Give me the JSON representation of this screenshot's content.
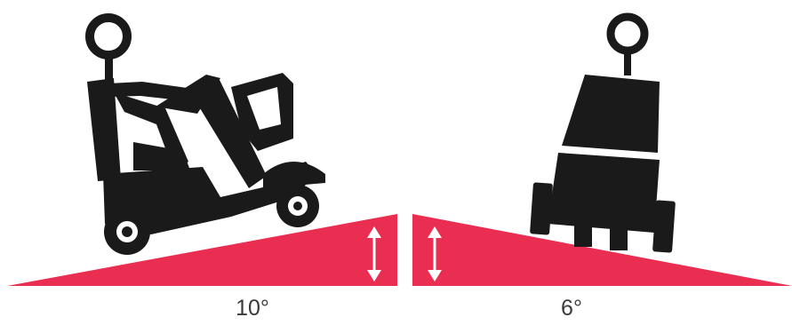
{
  "colors": {
    "ramp": "#ea2e52",
    "silhouette": "#1a1a1a",
    "arrow": "#ffffff",
    "label_text": "#3a3a3a",
    "background": "#ffffff"
  },
  "panels": [
    {
      "subject": "mobility-scooter-side-view",
      "label": "10°",
      "incline_degrees": 10
    },
    {
      "subject": "mobility-scooter-front-view",
      "label": "6°",
      "incline_degrees": 6
    }
  ],
  "icons": [
    "double-arrow-icon",
    "double-arrow-icon"
  ]
}
